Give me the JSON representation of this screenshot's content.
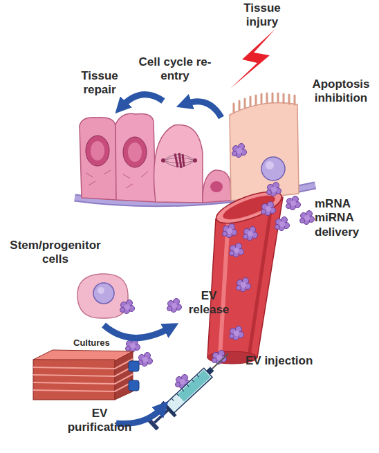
{
  "diagram": {
    "labels": [
      "Tissue injury",
      "Cell cycle re-entry",
      "Tissue repair",
      "Apoptosis inhibition",
      "mRNA miRNA delivery",
      "Stem/progenitor cells",
      "EV release",
      "Cultures",
      "EV injection",
      "EV purification"
    ]
  }
}
